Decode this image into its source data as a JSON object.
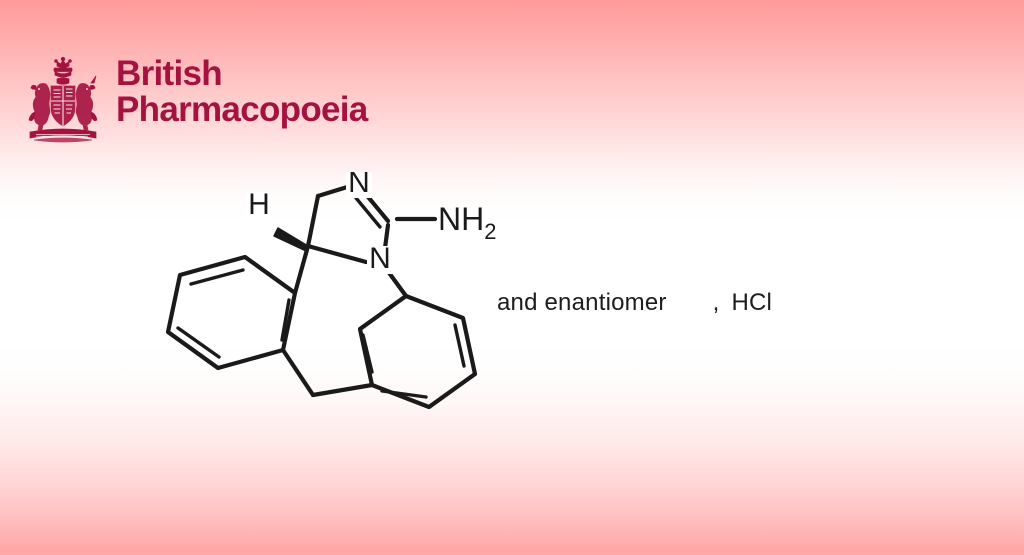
{
  "page": {
    "background_top_color": "#ff9a9a",
    "background_mid_color": "#ffffff",
    "background_bottom_color": "#ffa4a4"
  },
  "logo": {
    "crest_icon": "royal-coat-of-arms-icon",
    "brand_color": "#a4123f",
    "line1": "British",
    "line2": "Pharmacopoeia"
  },
  "structure": {
    "name": "epinastine-hydrochloride-structure",
    "bond_color": "#1a1a1a",
    "atom_labels": {
      "imine_nitrogen": "N",
      "amine_group_n": "N",
      "amine_group_h": "H",
      "amine_group_sub": "2",
      "ring_nitrogen": "N",
      "stereo_hydrogen": "H"
    },
    "amine_label_full": "NH2"
  },
  "caption": {
    "enantiomer_text": "and enantiomer",
    "comma": ",",
    "salt_text": "HCl",
    "text_color": "#1c1c1c"
  }
}
